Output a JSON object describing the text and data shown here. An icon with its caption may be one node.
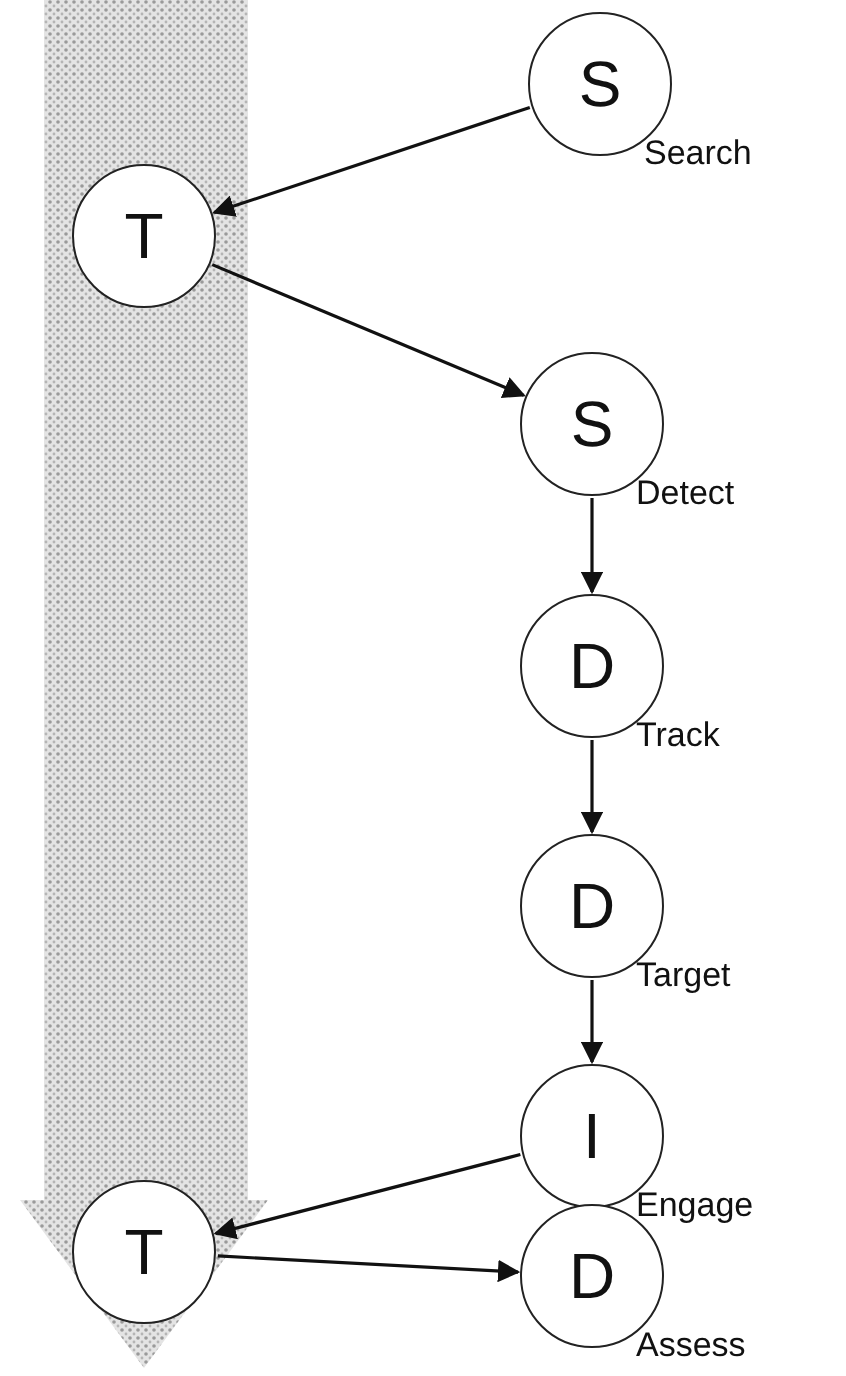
{
  "diagram": {
    "nodes": [
      {
        "text": [
          "S"
        ],
        "beside": [
          "Search"
        ]
      },
      {
        "text": [
          "T"
        ]
      },
      {
        "text": [
          "S"
        ],
        "beside": [
          "Detect"
        ]
      },
      {
        "text": [
          "D"
        ],
        "beside": [
          "Track"
        ]
      },
      {
        "text": [
          "D"
        ],
        "beside": [
          "Target"
        ]
      },
      {
        "text": [
          "I"
        ],
        "beside": [
          "Engage"
        ]
      },
      {
        "text": [
          "T"
        ]
      },
      {
        "text": [
          "D"
        ],
        "beside": [
          "Assess"
        ]
      }
    ],
    "edges": [
      {
        "from": 0,
        "to": 1,
        "arrow": "to"
      },
      {
        "from": 1,
        "to": 2,
        "arrow": "to"
      },
      {
        "from": 2,
        "to": 3,
        "arrow": "to"
      },
      {
        "from": 3,
        "to": 4,
        "arrow": "to"
      },
      {
        "from": 4,
        "to": 5,
        "arrow": "to"
      },
      {
        "from": 5,
        "to": 6,
        "arrow": "to"
      },
      {
        "from": 6,
        "to": 7,
        "arrow": "to"
      }
    ]
  }
}
